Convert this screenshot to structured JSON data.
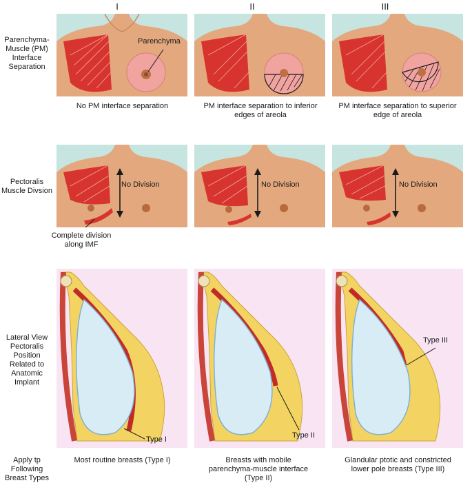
{
  "columns": [
    "I",
    "II",
    "III"
  ],
  "row_labels": {
    "row1": "Parenchyma-Muscle (PM) Interface Separation",
    "row2": "Pectoralis Muscle Divsion",
    "row3": "Lateral View Pectoralis Position Related to Anatomic Implant",
    "row4": "Apply tp Following Breast Types"
  },
  "row1": {
    "parenchyma_label": "Parenchyma",
    "captions": [
      "No PM interface separation",
      "PM interface separation to inferior edges of areola",
      "PM interface separation to superior edge of areola"
    ]
  },
  "row2": {
    "no_division_label": "No Division",
    "complete_division_label": "Complete division along IMF"
  },
  "row3": {
    "type_labels": [
      "Type I",
      "Type II",
      "Type III"
    ]
  },
  "row4": {
    "captions": [
      "Most routine breasts (Type I)",
      "Breasts with mobile parenchyma-muscle interface (Type II)",
      "Glandular ptotic and constricted lower pole breasts (Type III)"
    ]
  },
  "colors": {
    "background_teal": "#c6e4e0",
    "skin": "#e3a87e",
    "muscle": "#d8342f",
    "parenchyma": "#f1a3a0",
    "implant": "#d8ecf6",
    "fat": "#f3d463",
    "panel_pink": "#f8e4f2"
  }
}
